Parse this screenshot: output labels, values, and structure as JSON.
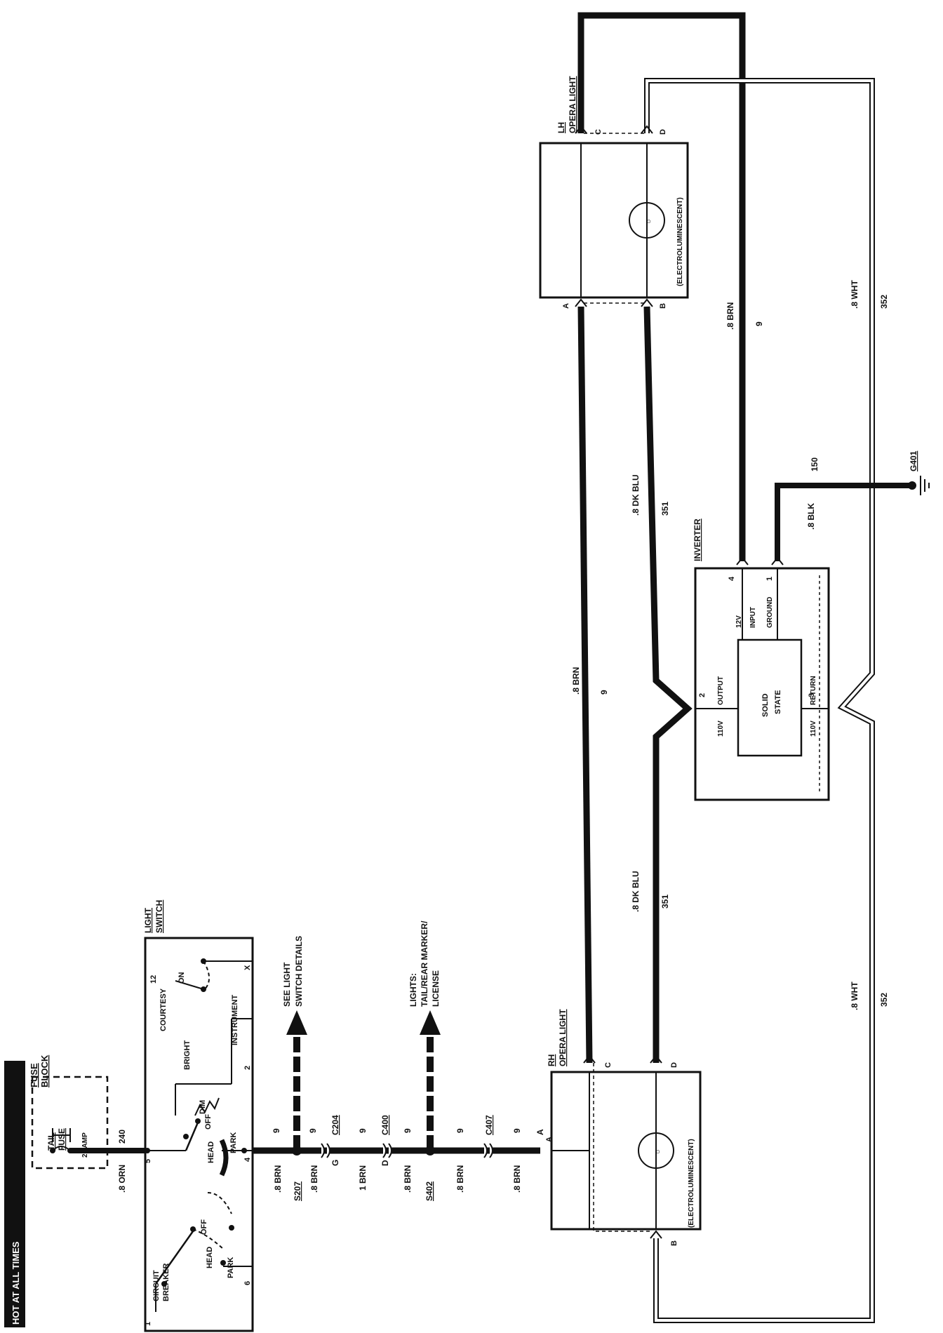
{
  "header": {
    "title": "HOT AT ALL TIMES"
  },
  "fuse_block": {
    "title_1": "FUSE",
    "title_2": "BLOCK",
    "fuse_1": "TAIL",
    "fuse_2": "FUSE",
    "rating": "20 AMP"
  },
  "light_switch": {
    "title_1": "LIGHT",
    "title_2": "SWITCH",
    "circuit_1": "CIRCUIT",
    "circuit_2": "BREAKER",
    "head_low": "HEAD",
    "park_low": "PARK",
    "off_low": "OFF",
    "head_up": "HEAD",
    "off_up": "OFF",
    "park_up": "PARK",
    "bright": "BRIGHT",
    "dim": "DIM",
    "courtesy": "COURTESY",
    "on": "ON",
    "instrument": "INSTRUMENT",
    "pin_1": "1",
    "pin_5": "5",
    "pin_6": "6",
    "pin_4": "4",
    "pin_2": "2",
    "pin_12": "12",
    "pin_x": "X"
  },
  "wires": {
    "orn": ".8 ORN",
    "w240": "240",
    "brn_1": ".8 BRN",
    "n9_1": "9",
    "brn_2": ".8 BRN",
    "n9_2": "9",
    "brn_3": "1 BRN",
    "n9_3": "9",
    "brn_4": ".8 BRN",
    "n9_4": "9",
    "brn_5": ".8 BRN",
    "n9_5": "9",
    "brn_6": ".8 BRN",
    "n9_6": "9",
    "brn_long": ".8 BRN",
    "n9_long": "9",
    "blu_upper": ".8 DK BLU",
    "n351_upper": "351",
    "blu_lower": ".8 DK BLU",
    "n351_lower": "351",
    "brn_lh": ".8 BRN",
    "n9_lh": "9",
    "wht_upper": ".8 WHT",
    "n352_upper": "352",
    "wht_lower": ".8 WHT",
    "n352_lower": "352",
    "blk": ".8 BLK",
    "n150": "150"
  },
  "connectors": {
    "s207": "S207",
    "g": "G",
    "c204": "C204",
    "c400": "C400",
    "d": "D",
    "s402": "S402",
    "c407": "C407",
    "a": "A",
    "g401": "G401"
  },
  "notes": {
    "see_1": "SEE LIGHT",
    "see_2": "SWITCH DETAILS",
    "lights_1": "LIGHTS:",
    "lights_2": "TAIL/REAR MARKER/",
    "lights_3": "LICENSE"
  },
  "rh_opera": {
    "t1": "RH",
    "t2": "OPERA LIGHT",
    "type": "(ELECTROLUMINESCENT)",
    "pin_c": "C",
    "pin_d": "D",
    "pin_a": "A",
    "pin_b": "B"
  },
  "lh_opera": {
    "t1": "LH",
    "t2": "OPERA LIGHT",
    "type": "(ELECTROLUMINESCENT)",
    "pin_c": "C",
    "pin_d": "D",
    "pin_a": "A",
    "pin_b": "B"
  },
  "inverter": {
    "title": "INVERTER",
    "pin_4": "4",
    "pin_1": "1",
    "pin_2": "2",
    "pin_3": "3",
    "v12": "12V",
    "input": "INPUT",
    "ground": "GROUND",
    "v110_a": "110V",
    "output": "OUTPUT",
    "solid_1": "SOLID",
    "solid_2": "STATE",
    "v110_b": "110V",
    "return": "RETURN"
  }
}
